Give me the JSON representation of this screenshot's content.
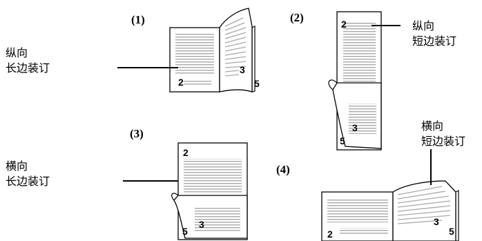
{
  "labels": {
    "fig1": "(1)",
    "fig2": "(2)",
    "fig3": "(3)",
    "fig4": "(4)"
  },
  "captions": {
    "fig1": {
      "line1": "纵向",
      "line2": "长边装订"
    },
    "fig2": {
      "line1": "纵向",
      "line2": "短边装订"
    },
    "fig3": {
      "line1": "横向",
      "line2": "长边装订"
    },
    "fig4": {
      "line1": "横向",
      "line2": "短边装订"
    }
  },
  "page_numbers": {
    "fig1": {
      "left_top": "2",
      "right_mid": "3",
      "right_bottom": "5"
    },
    "fig2": {
      "top": "2",
      "mid": "3",
      "bottom": "5"
    },
    "fig3": {
      "top": "2",
      "mid": "3",
      "bottom": "5"
    },
    "fig4": {
      "left": "2",
      "right_mid": "3",
      "right_bottom": "5"
    }
  }
}
